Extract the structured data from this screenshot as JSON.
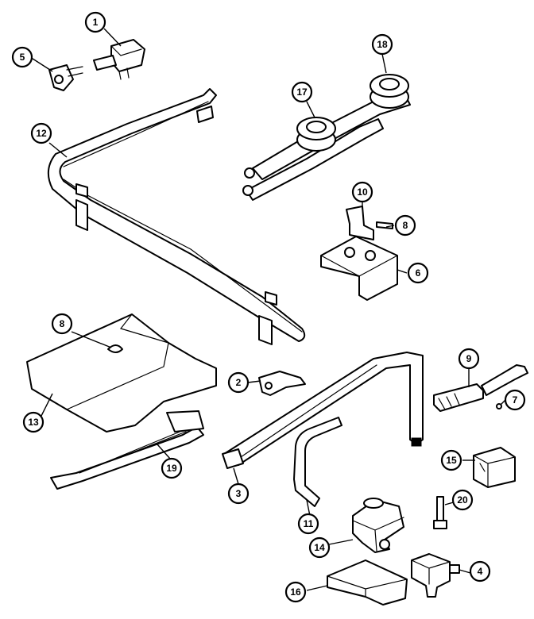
{
  "diagram": {
    "callouts": [
      {
        "id": "1",
        "label": "1"
      },
      {
        "id": "5",
        "label": "5"
      },
      {
        "id": "18",
        "label": "18"
      },
      {
        "id": "17",
        "label": "17"
      },
      {
        "id": "12",
        "label": "12"
      },
      {
        "id": "10",
        "label": "10"
      },
      {
        "id": "8a",
        "label": "8"
      },
      {
        "id": "6",
        "label": "6"
      },
      {
        "id": "8b",
        "label": "8"
      },
      {
        "id": "9",
        "label": "9"
      },
      {
        "id": "7",
        "label": "7"
      },
      {
        "id": "2",
        "label": "2"
      },
      {
        "id": "13",
        "label": "13"
      },
      {
        "id": "19",
        "label": "19"
      },
      {
        "id": "3",
        "label": "3"
      },
      {
        "id": "15",
        "label": "15"
      },
      {
        "id": "20",
        "label": "20"
      },
      {
        "id": "11",
        "label": "11"
      },
      {
        "id": "14",
        "label": "14"
      },
      {
        "id": "4",
        "label": "4"
      },
      {
        "id": "16",
        "label": "16"
      }
    ]
  }
}
